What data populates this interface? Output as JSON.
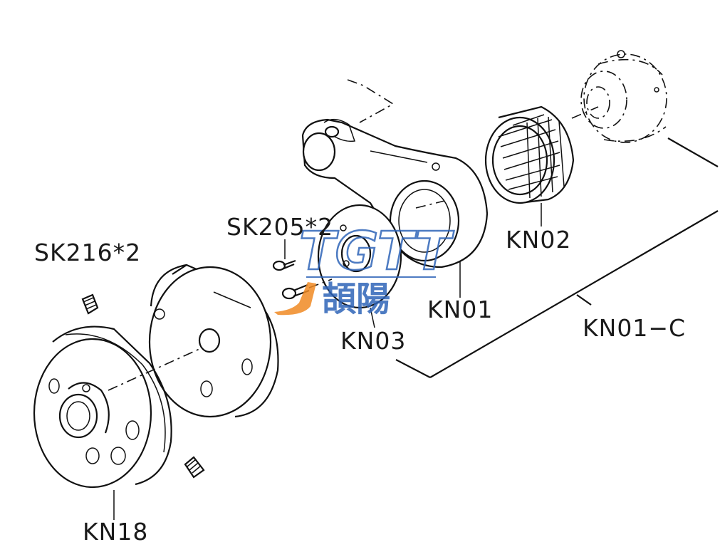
{
  "labels": {
    "sk216": "SK216*2",
    "sk205": "SK205*2",
    "kn01": "KN01",
    "kn02": "KN02",
    "kn03": "KN03",
    "kn01c": "KN01−C",
    "kn18": "KN18"
  },
  "watermark": {
    "latin": "TGTT",
    "cjk": "頡陽",
    "color_blue": "#2f64b8",
    "color_orange": "#f08a24"
  }
}
